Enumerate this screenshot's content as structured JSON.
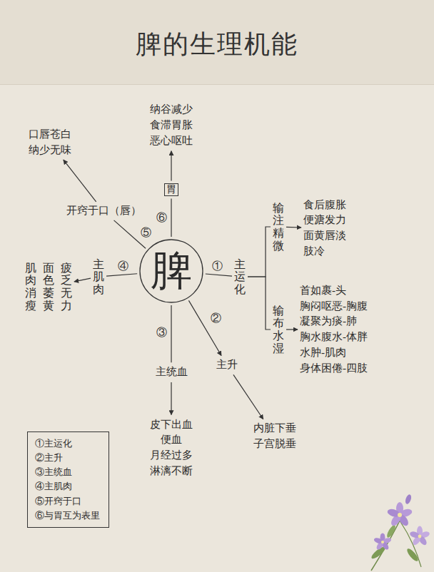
{
  "diagram": {
    "title": "脾的生理机能",
    "nodes": [
      {
        "text": [
          "脾"
        ]
      },
      {
        "text": [
          "胃"
        ]
      },
      {
        "text": [
          "纳谷减少 食滞胃胀 恶心呕吐"
        ]
      },
      {
        "text": [
          "开窍于口（唇）"
        ]
      },
      {
        "text": [
          "口唇苍白 纳少无味"
        ]
      },
      {
        "text": [
          "主肌肉"
        ]
      },
      {
        "text": [
          "疲乏无力",
          "面色萎黄",
          "肌肉消瘦"
        ]
      },
      {
        "text": [
          "主运化"
        ]
      },
      {
        "text": [
          "输注精微"
        ]
      },
      {
        "text": [
          "食后腹胀 便溏发力 面黄唇淡 肢冷"
        ]
      },
      {
        "text": [
          "输布水湿"
        ]
      },
      {
        "text": [
          "首如裹-头 胸闷呕恶-胸腹 凝聚为痰-肺 胸水腹水-体胖 水肿-肌肉 身体困倦-四肢"
        ]
      },
      {
        "text": [
          "主统血"
        ]
      },
      {
        "text": [
          "皮下出血 便血 月经过多 淋漓不断"
        ]
      },
      {
        "text": [
          "主升"
        ]
      },
      {
        "text": [
          "内脏下垂 子宫脱垂"
        ]
      },
      {
        "text": [
          "①主运化",
          "②主升",
          "③主统血",
          "④主肌肉",
          "⑤开窍于口",
          "⑥与胃互为表里"
        ]
      }
    ],
    "edges": [
      {
        "from": 0,
        "to": 1,
        "label": "⑥",
        "arrow": "none"
      },
      {
        "from": 1,
        "to": 2,
        "arrow": "to"
      },
      {
        "from": 0,
        "to": 3,
        "label": "⑤",
        "arrow": "none"
      },
      {
        "from": 3,
        "to": 4,
        "arrow": "to"
      },
      {
        "from": 0,
        "to": 5,
        "label": "④",
        "arrow": "none"
      },
      {
        "from": 5,
        "to": 6,
        "arrow": "to"
      },
      {
        "from": 0,
        "to": 7,
        "label": "①",
        "arrow": "none"
      },
      {
        "from": 7,
        "to": 8,
        "arrow": "none"
      },
      {
        "from": 7,
        "to": 10,
        "arrow": "none"
      },
      {
        "from": 8,
        "to": 9,
        "arrow": "to"
      },
      {
        "from": 10,
        "to": 11,
        "arrow": "to"
      },
      {
        "from": 0,
        "to": 12,
        "label": "③",
        "arrow": "none"
      },
      {
        "from": 12,
        "to": 13,
        "arrow": "to"
      },
      {
        "from": 0,
        "to": 14,
        "label": "②",
        "arrow": "to"
      },
      {
        "from": 14,
        "to": 15,
        "arrow": "to"
      }
    ]
  }
}
